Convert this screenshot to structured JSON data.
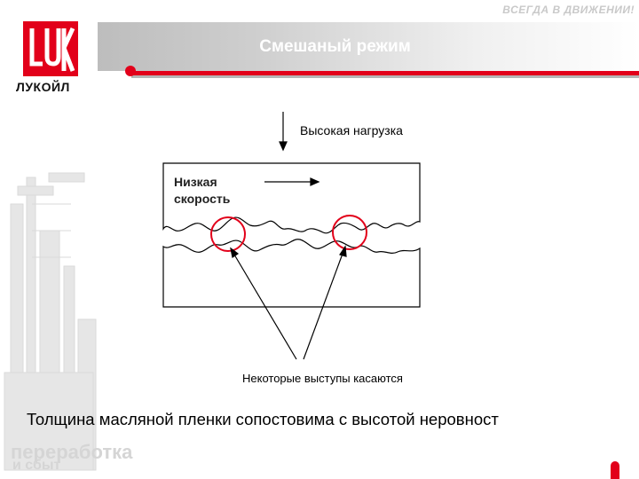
{
  "header": {
    "tagline": "ВСЕГДА В ДВИЖЕНИИ!",
    "title": "Смешаный режим"
  },
  "brand": {
    "logo_text": "ЛУКОЙЛ",
    "logo_mark": "LUK",
    "footer_line1": "переработка",
    "footer_line2": "и сбыт",
    "accent_color": "#e2001a"
  },
  "diagram": {
    "load_label": "Высокая нагрузка",
    "speed_label_line1": "Низкая",
    "speed_label_line2": "скорость",
    "contact_label": "Некоторые выступы касаются"
  },
  "caption": "Толщина масляной пленки сопостовима с высотой неровност"
}
